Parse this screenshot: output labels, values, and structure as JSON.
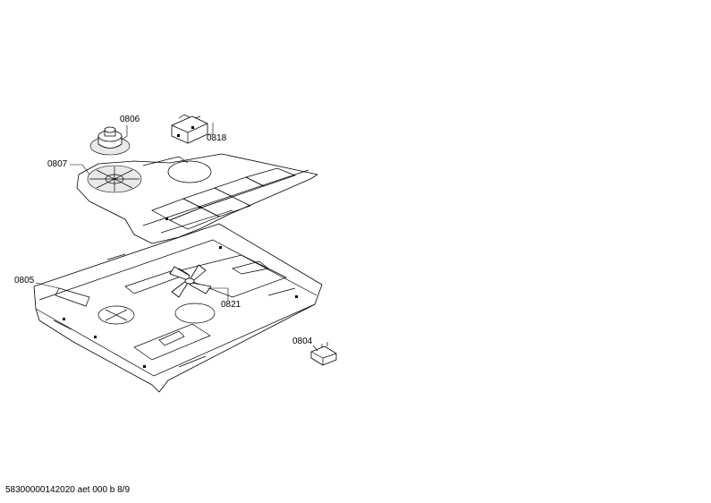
{
  "callouts": {
    "c0806": "0806",
    "c0818": "0818",
    "c0807": "0807",
    "c0805": "0805",
    "c0821": "0821",
    "c0804": "0804"
  },
  "footer": {
    "text": "58300000142020 aet 000 b 8/9"
  }
}
